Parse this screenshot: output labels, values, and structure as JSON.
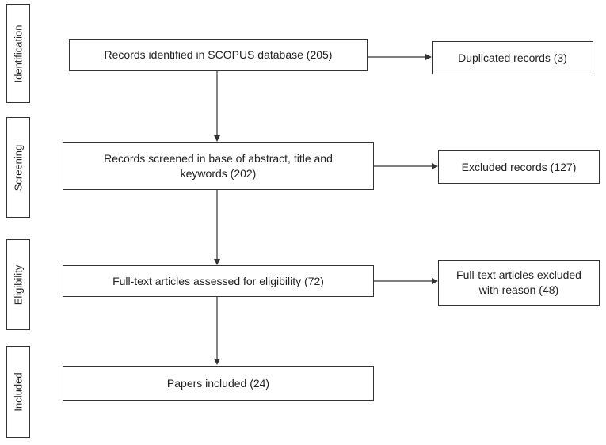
{
  "stages": [
    {
      "id": "identification",
      "label": "Identification"
    },
    {
      "id": "screening",
      "label": "Screening"
    },
    {
      "id": "eligibility",
      "label": "Eligibility"
    },
    {
      "id": "included",
      "label": "Included"
    }
  ],
  "boxes": {
    "identified": {
      "text": "Records identified in SCOPUS database (205)"
    },
    "duplicates": {
      "text": "Duplicated records (3)"
    },
    "screened": {
      "text": "Records screened in base of abstract, title and keywords (202)"
    },
    "excluded": {
      "text": "Excluded records (127)"
    },
    "assessed": {
      "text": "Full-text articles assessed for eligibility  (72)"
    },
    "fulltext_excluded": {
      "text": "Full-text articles excluded with reason (48)"
    },
    "included": {
      "text": "Papers included (24)"
    }
  },
  "colors": {
    "stroke": "#333333",
    "text": "#222222",
    "background": "#ffffff"
  }
}
